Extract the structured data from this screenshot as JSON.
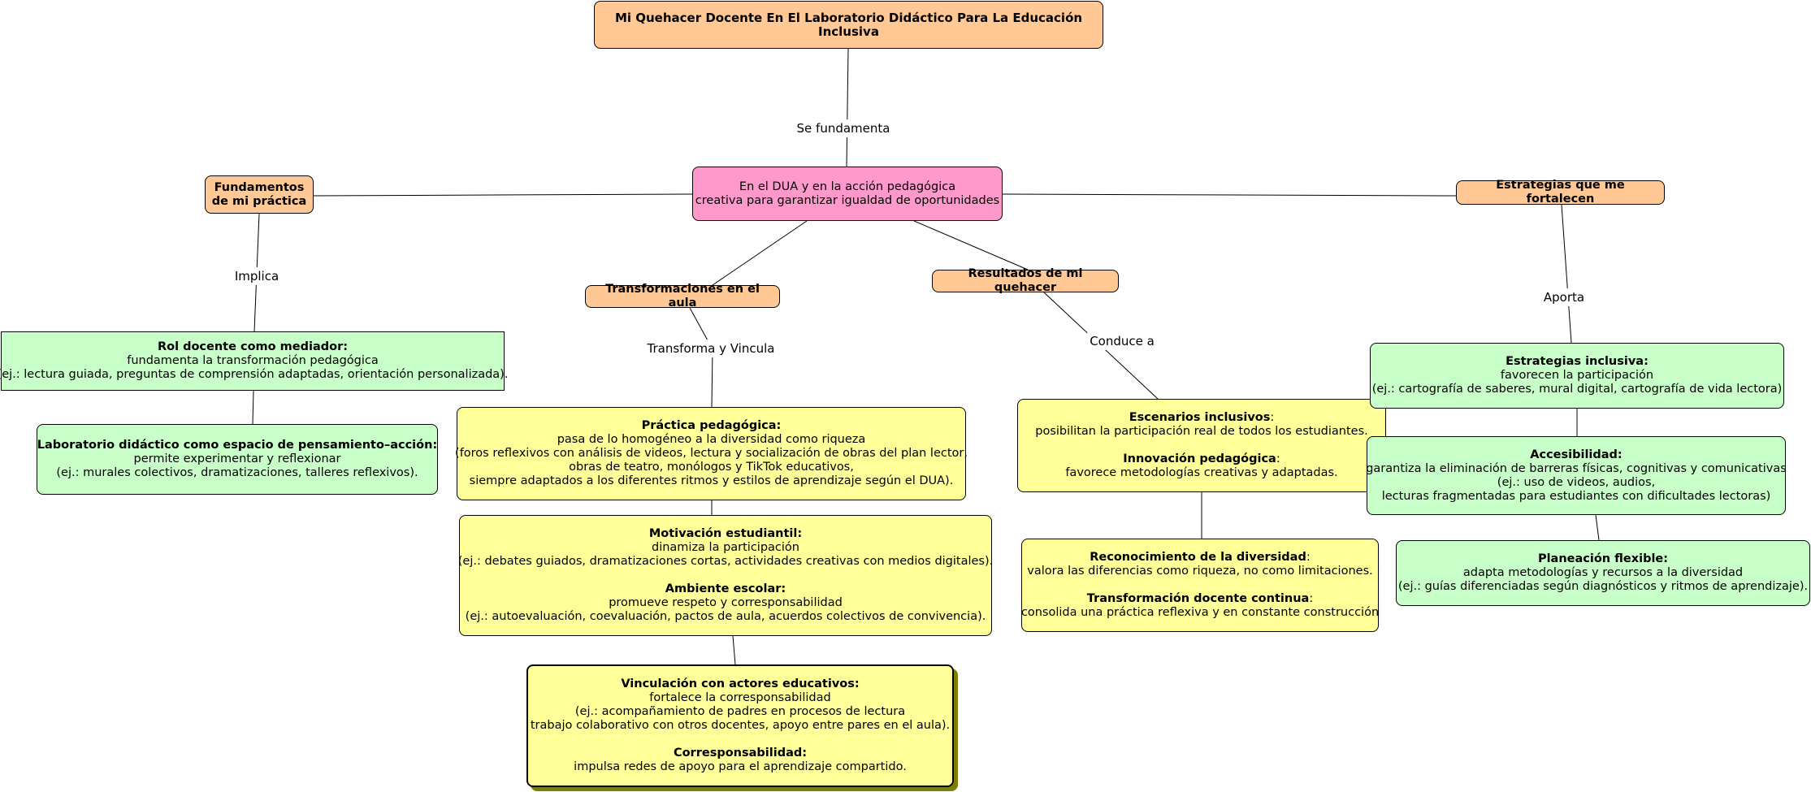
{
  "title": "Mi Quehacer Docente En El Laboratorio Didáctico Para La Educación Inclusiva",
  "center": [
    "En el DUA y en la acción pedagógica",
    "creativa para garantizar igualdad de oportunidades"
  ],
  "branches": {
    "fundamentos": [
      "Fundamentos",
      "de mi práctica"
    ],
    "transformaciones": "Transformaciones en el aula",
    "resultados": "Resultados de mi quehacer",
    "estrategias": "Estrategias que me fortalecen"
  },
  "link_labels": {
    "se_fundamenta": "Se fundamenta",
    "implica": "Implica",
    "transforma": "Transforma y Vincula",
    "conduce": "Conduce a",
    "aporta": "Aporta"
  },
  "rol_docente": {
    "heading": "Rol docente como mediador:",
    "lines": [
      "fundamenta la transformación pedagógica",
      "(ej.: lectura guiada, preguntas de comprensión adaptadas, orientación personalizada)."
    ]
  },
  "laboratorio": {
    "heading": "Laboratorio didáctico como espacio de pensamiento–acción:",
    "lines": [
      "permite experimentar y reflexionar",
      "(ej.: murales colectivos, dramatizaciones, talleres reflexivos)."
    ]
  },
  "practica": {
    "heading": "Práctica pedagógica:",
    "lines": [
      "pasa de lo homogéneo a la diversidad como riqueza",
      "(foros reflexivos con análisis de videos, lectura y socialización de obras del plan lector,",
      "obras de teatro, monólogos y TikTok educativos,",
      "siempre adaptados a los diferentes ritmos y estilos de aprendizaje según el DUA)."
    ]
  },
  "motivacion": {
    "heading": "Motivación estudiantil:",
    "lines": [
      "dinamiza la participación",
      "(ej.: debates guiados, dramatizaciones cortas, actividades creativas con medios digitales)."
    ],
    "heading2": "Ambiente escolar:",
    "lines2": [
      "promueve respeto y corresponsabilidad",
      "(ej.: autoevaluación, coevaluación, pactos de aula, acuerdos colectivos de convivencia)."
    ]
  },
  "vinculacion": {
    "heading": "Vinculación con actores educativos:",
    "lines": [
      "fortalece la corresponsabilidad",
      "(ej.: acompañamiento de padres en procesos de lectura",
      "trabajo colaborativo con otros docentes, apoyo entre pares en el aula)."
    ],
    "heading2": "Corresponsabilidad:",
    "lines2": [
      "impulsa redes de apoyo para el aprendizaje compartido."
    ]
  },
  "escenarios": {
    "heading": "Escenarios inclusivos",
    "suffix": ":",
    "lines": [
      "posibilitan la participación real de todos los estudiantes."
    ],
    "heading2": "Innovación pedagógica",
    "suffix2": ":",
    "lines2": [
      "favorece metodologías creativas y adaptadas."
    ]
  },
  "reconocimiento": {
    "heading": "Reconocimiento de la diversidad",
    "suffix": ":",
    "lines": [
      "valora las diferencias como riqueza, no como limitaciones."
    ],
    "heading2": "Transformación docente continua",
    "suffix2": ":",
    "lines2": [
      "consolida una práctica reflexiva y en constante construcción"
    ]
  },
  "estrategias_inclusiva": {
    "heading": "Estrategias inclusiva:",
    "lines": [
      "favorecen la participación",
      "(ej.: cartografía de saberes, mural digital, cartografía de vida lectora)"
    ]
  },
  "accesibilidad": {
    "heading": "Accesibilidad:",
    "lines": [
      "garantiza la eliminación de barreras físicas, cognitivas y comunicativas",
      "(ej.: uso de videos, audios,",
      "lecturas fragmentadas para estudiantes con dificultades lectoras)"
    ]
  },
  "planeacion": {
    "heading": "Planeación flexible:",
    "lines": [
      "adapta metodologías y recursos a la diversidad",
      "(ej.: guías diferenciadas según diagnósticos y ritmos de aprendizaje)."
    ]
  },
  "colors": {
    "orange": "#ffc895",
    "pink": "#ff99cc",
    "green": "#c8ffc8",
    "yellow": "#ffff99",
    "shadow": "#808000"
  }
}
